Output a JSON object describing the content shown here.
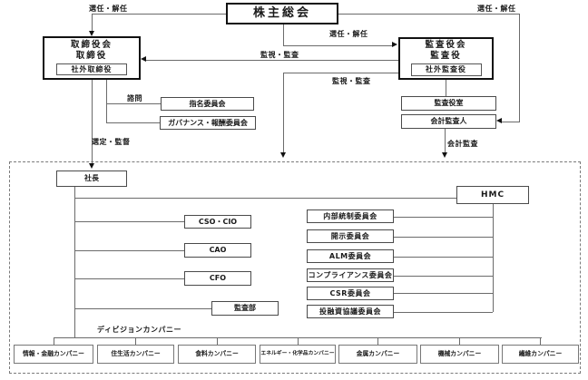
{
  "diagram": {
    "shareholders_meeting": "株主総会",
    "board_of_directors": {
      "title": "取締役会",
      "subtitle": "取締役",
      "inner": "社外取締役"
    },
    "audit_supervisory_board": {
      "title": "監査役会",
      "subtitle": "監査役",
      "inner": "社外監査役"
    },
    "nomination_committee": "指名委員会",
    "governance_remuneration_committee": "ガバナンス・報酬委員会",
    "auditors_office": "監査役室",
    "accounting_auditor": "会計監査人",
    "president": "社長",
    "hmc": "HMC",
    "officers": {
      "cso_cio": "CSO・CIO",
      "cao": "CAO",
      "cfo": "CFO"
    },
    "audit_department": "監査部",
    "committees": [
      "内部統制委員会",
      "開示委員会",
      "ALM委員会",
      "コンプライアンス委員会",
      "CSR委員会",
      "投融資協議委員会"
    ],
    "division_companies_label": "ディビジョンカンパニー",
    "companies": [
      "情報・金融カンパニー",
      "住生活カンパニー",
      "食料カンパニー",
      "エネルギー・化学品カンパニー",
      "金属カンパニー",
      "機械カンパニー",
      "繊維カンパニー"
    ],
    "edge_labels": {
      "appoint_dismiss_left": "選任・解任",
      "appoint_dismiss_right": "選任・解任",
      "appoint_dismiss_center": "選任・解任",
      "monitor_audit_upper": "監視・監査",
      "monitor_audit_lower": "監視・監査",
      "advisory": "諮問",
      "select_supervise": "選定・監督",
      "accounting_audit": "会計監査"
    }
  },
  "colors": {
    "background": "#ffffff",
    "line": "#6b6b6b",
    "thick_border": "#111111",
    "thin_border": "#4a4a4a",
    "text": "#1a1a1a"
  }
}
